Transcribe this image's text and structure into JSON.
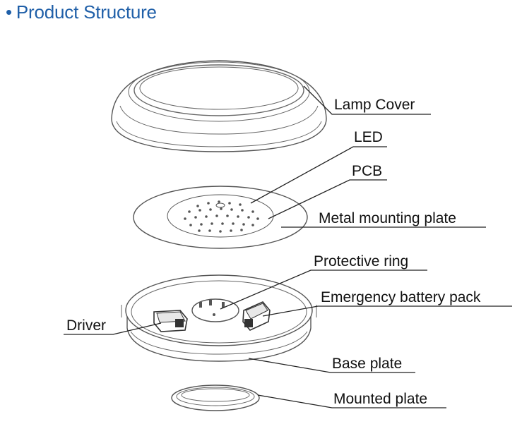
{
  "header": {
    "bullet": "•",
    "title": "Product Structure"
  },
  "labels": {
    "lamp_cover": "Lamp Cover",
    "led": "LED",
    "pcb": "PCB",
    "metal_plate": "Metal mounting plate",
    "protective_ring": "Protective ring",
    "battery_pack": "Emergency battery pack",
    "driver": "Driver",
    "base_plate": "Base plate",
    "mounted_plate": "Mounted plate"
  }
}
